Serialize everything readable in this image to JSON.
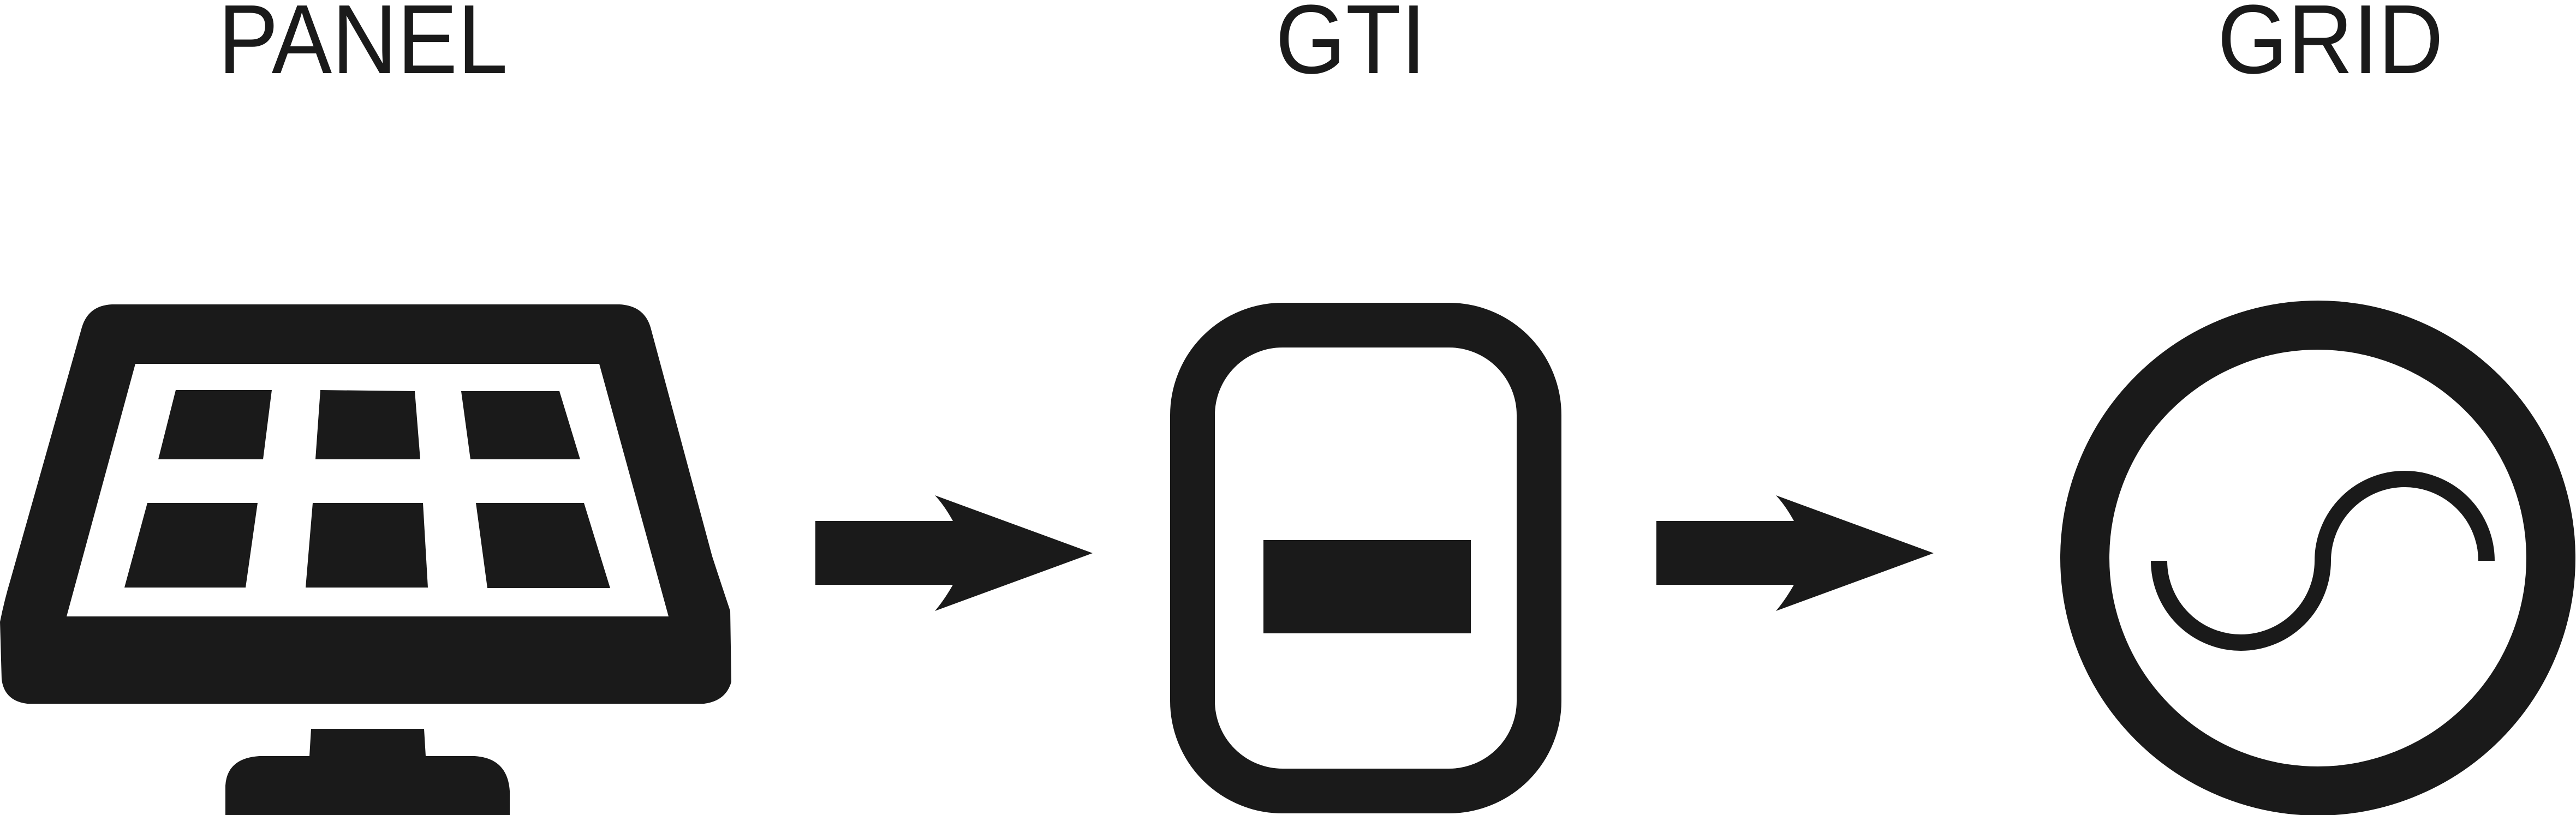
{
  "diagram": {
    "nodes": [
      {
        "id": "panel",
        "label": "PANEL",
        "icon": "solar-panel-icon"
      },
      {
        "id": "gti",
        "label": "GTI",
        "icon": "inverter-icon"
      },
      {
        "id": "grid",
        "label": "GRID",
        "icon": "ac-sine-icon"
      }
    ],
    "edges": [
      {
        "from": "panel",
        "to": "gti",
        "icon": "arrow-right-icon"
      },
      {
        "from": "gti",
        "to": "grid",
        "icon": "arrow-right-icon"
      }
    ],
    "colors": {
      "ink": "#1a1a1a",
      "background": "#ffffff"
    }
  }
}
